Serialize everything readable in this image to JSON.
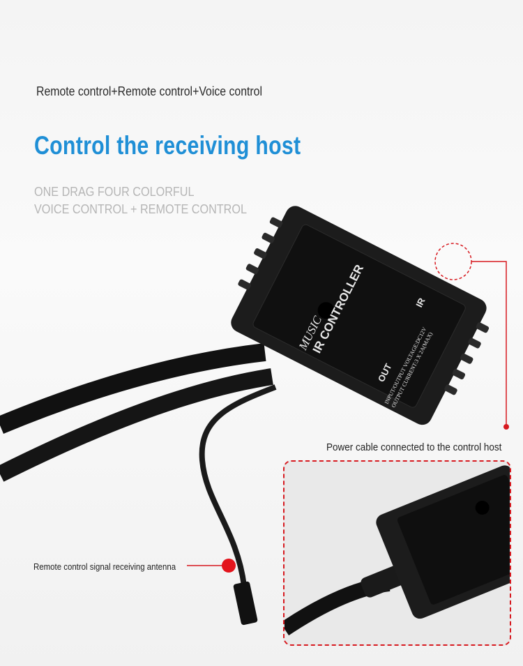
{
  "header": {
    "subtitle": "Remote control+Remote control+Voice control",
    "title": "Control the receiving host",
    "tagline_1": "ONE DRAG FOUR COLORFUL",
    "tagline_2": "VOICE CONTROL + REMOTE CONTROL"
  },
  "callouts": {
    "power_cable": "Power cable connected to the control host",
    "antenna": "Remote control signal receiving antenna"
  },
  "product_label": {
    "name": "IR CONTROLLER",
    "logo": "MUSIC",
    "out": "OUT",
    "ir": "IR",
    "spec_1": "INPUT/OUTPUT VOLTAGE:DC12V",
    "spec_2": "OUTPUT CURRENT:3 X 2A(MAX)"
  },
  "colors": {
    "accent_blue": "#1f8fd6",
    "callout_red": "#d7191f"
  }
}
